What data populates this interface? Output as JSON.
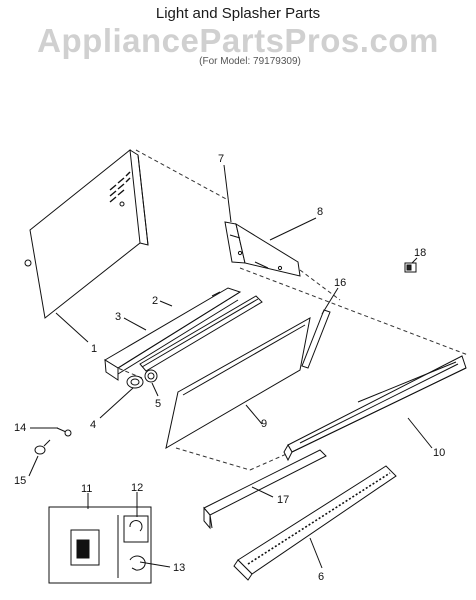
{
  "title": "Light and Splasher Parts",
  "watermark": "AppliancePartsPros.com",
  "subtitle": "(For Model: 79179309)",
  "colors": {
    "ink": "#111111",
    "watermark": "#aaaaaa",
    "background": "#ffffff"
  },
  "parts": [
    {
      "id": "1",
      "label": "1"
    },
    {
      "id": "2",
      "label": "2"
    },
    {
      "id": "3",
      "label": "3"
    },
    {
      "id": "4",
      "label": "4"
    },
    {
      "id": "5",
      "label": "5"
    },
    {
      "id": "6",
      "label": "6"
    },
    {
      "id": "7",
      "label": "7"
    },
    {
      "id": "8",
      "label": "8"
    },
    {
      "id": "9",
      "label": "9"
    },
    {
      "id": "10",
      "label": "10"
    },
    {
      "id": "11",
      "label": "11"
    },
    {
      "id": "12",
      "label": "12"
    },
    {
      "id": "13",
      "label": "13"
    },
    {
      "id": "14",
      "label": "14"
    },
    {
      "id": "15",
      "label": "15"
    },
    {
      "id": "16",
      "label": "16"
    },
    {
      "id": "17",
      "label": "17"
    },
    {
      "id": "18",
      "label": "18"
    }
  ]
}
